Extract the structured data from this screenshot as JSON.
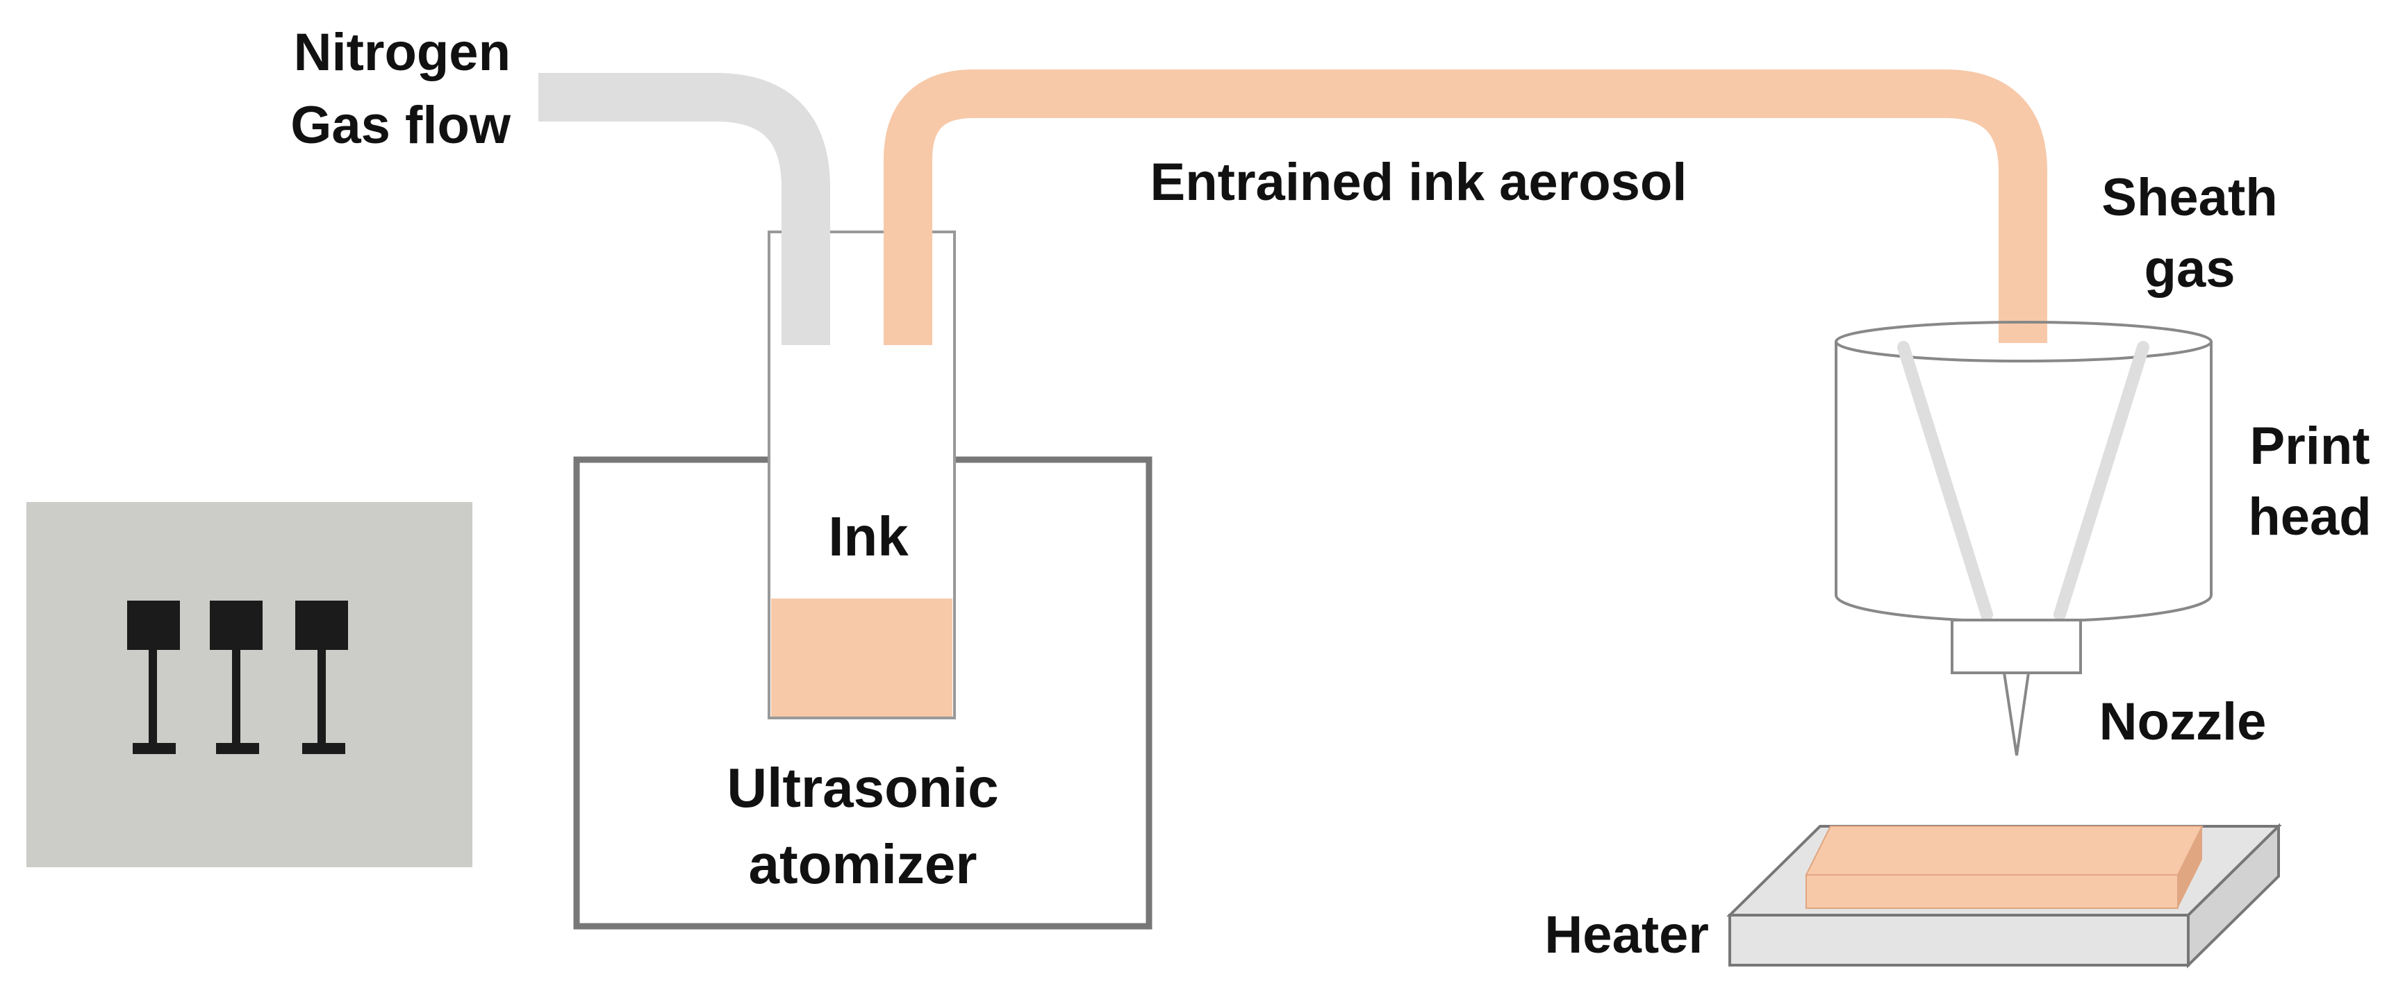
{
  "labels": {
    "nitrogen_line1": "Nitrogen",
    "nitrogen_line2": "Gas flow",
    "entrained": "Entrained ink aerosol",
    "sheath_line1": "Sheath",
    "sheath_line2": "gas",
    "print_head_line1": "Print",
    "print_head_line2": "head",
    "ink": "Ink",
    "atomizer_line1": "Ultrasonic",
    "atomizer_line2": "atomizer",
    "nozzle": "Nozzle",
    "heater": "Heater"
  },
  "colors": {
    "ink": "#f7c9a9",
    "ink_dark": "#e0a682",
    "nitrogen_tube": "#dedede",
    "outline": "#777777",
    "heater_fill": "#e4e4e4",
    "photo_background": "#ccccc8",
    "photo_pattern": "#1b1b1b"
  }
}
